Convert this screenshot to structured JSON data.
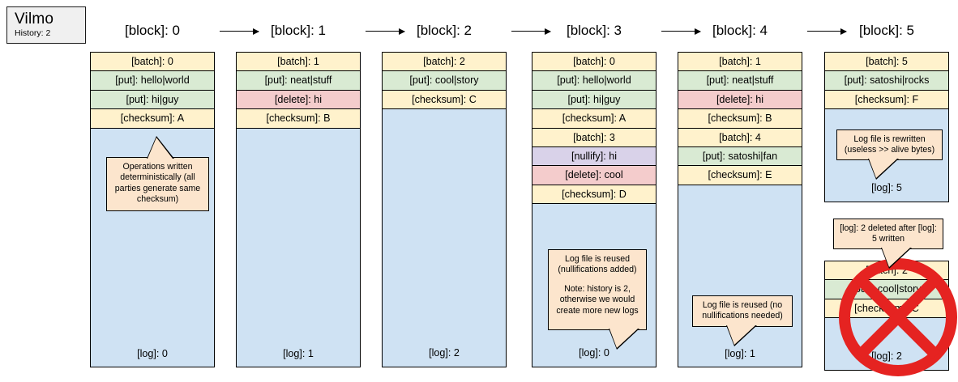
{
  "legend": {
    "title": "Vilmo",
    "history_label": "History: 2"
  },
  "blocks_header": [
    {
      "label": "[block]: 0"
    },
    {
      "label": "[block]: 1"
    },
    {
      "label": "[block]: 2"
    },
    {
      "label": "[block]: 3"
    },
    {
      "label": "[block]: 4"
    },
    {
      "label": "[block]: 5"
    }
  ],
  "colors": {
    "batch": "#fff2cc",
    "put": "#d9ead3",
    "delete": "#f4cccc",
    "nullify": "#d9d2e9",
    "checksum": "#fff2cc",
    "log": "#cfe2f3",
    "callout": "#fce5cd",
    "legend_bg": "#f0f0f0",
    "strike": "#e52321"
  },
  "columns": [
    {
      "name": "column-0",
      "blocks": [
        {
          "name": "log-block-0",
          "rows": [
            {
              "kind": "batch",
              "text": "[batch]: 0"
            },
            {
              "kind": "put",
              "text": "[put]: hello|world"
            },
            {
              "kind": "put",
              "text": "[put]: hi|guy"
            },
            {
              "kind": "checksum",
              "text": "[checksum]: A"
            }
          ],
          "log_tag": "[log]: 0",
          "callout": {
            "name": "callout-deterministic-ops",
            "lines": [
              "Operations written deterministically (all parties generate same checksum)"
            ]
          }
        }
      ]
    },
    {
      "name": "column-1",
      "blocks": [
        {
          "name": "log-block-1",
          "rows": [
            {
              "kind": "batch",
              "text": "[batch]: 1"
            },
            {
              "kind": "put",
              "text": "[put]: neat|stuff"
            },
            {
              "kind": "delete",
              "text": "[delete]: hi"
            },
            {
              "kind": "checksum",
              "text": "[checksum]: B"
            }
          ],
          "log_tag": "[log]: 1",
          "callout": null
        }
      ]
    },
    {
      "name": "column-2",
      "blocks": [
        {
          "name": "log-block-2",
          "rows": [
            {
              "kind": "batch",
              "text": "[batch]: 2"
            },
            {
              "kind": "put",
              "text": "[put]: cool|story"
            },
            {
              "kind": "checksum",
              "text": "[checksum]: C"
            }
          ],
          "log_tag": "[log]: 2",
          "callout": null
        }
      ]
    },
    {
      "name": "column-3",
      "blocks": [
        {
          "name": "log-block-0-rewritten",
          "rows": [
            {
              "kind": "batch",
              "text": "[batch]: 0"
            },
            {
              "kind": "put",
              "text": "[put]: hello|world"
            },
            {
              "kind": "put",
              "text": "[put]: hi|guy"
            },
            {
              "kind": "checksum",
              "text": "[checksum]: A"
            },
            {
              "kind": "batch",
              "text": "[batch]: 3"
            },
            {
              "kind": "nullify",
              "text": "[nullify]: hi"
            },
            {
              "kind": "delete",
              "text": "[delete]: cool"
            },
            {
              "kind": "checksum",
              "text": "[checksum]: D"
            }
          ],
          "log_tag": "[log]: 0",
          "callout": {
            "name": "callout-log-reused-nullifications",
            "lines": [
              "Log file is reused (nullifications added)",
              "Note: history is 2, otherwise we would create more new logs"
            ]
          }
        }
      ]
    },
    {
      "name": "column-4",
      "blocks": [
        {
          "name": "log-block-1-rewritten",
          "rows": [
            {
              "kind": "batch",
              "text": "[batch]: 1"
            },
            {
              "kind": "put",
              "text": "[put]: neat|stuff"
            },
            {
              "kind": "delete",
              "text": "[delete]: hi"
            },
            {
              "kind": "checksum",
              "text": "[checksum]: B"
            },
            {
              "kind": "batch",
              "text": "[batch]: 4"
            },
            {
              "kind": "put",
              "text": "[put]: satoshi|fan"
            },
            {
              "kind": "checksum",
              "text": "[checksum]: E"
            }
          ],
          "log_tag": "[log]: 1",
          "callout": {
            "name": "callout-log-reused-no-nullifications",
            "lines": [
              "Log file is reused (no nullifications needed)"
            ]
          }
        }
      ]
    },
    {
      "name": "column-5",
      "blocks": [
        {
          "name": "log-block-5",
          "rows": [
            {
              "kind": "batch",
              "text": "[batch]: 5"
            },
            {
              "kind": "put",
              "text": "[put]: satoshi|rocks"
            },
            {
              "kind": "checksum",
              "text": "[checksum]: F"
            }
          ],
          "log_tag": "[log]: 5",
          "callout": {
            "name": "callout-log-rewritten",
            "lines": [
              "Log file is rewritten (useless >> alive bytes)"
            ]
          }
        },
        {
          "name": "log-block-2-deleted",
          "deleted": true,
          "rows": [
            {
              "kind": "batch",
              "text": "[batch]: 2"
            },
            {
              "kind": "put",
              "text": "[put]: cool|story"
            },
            {
              "kind": "checksum",
              "text": "[checksum]: C"
            }
          ],
          "log_tag": "[log]: 2",
          "callout": {
            "name": "callout-log-2-deleted",
            "lines": [
              "[log]: 2 deleted after [log]: 5 written"
            ]
          }
        }
      ]
    }
  ]
}
